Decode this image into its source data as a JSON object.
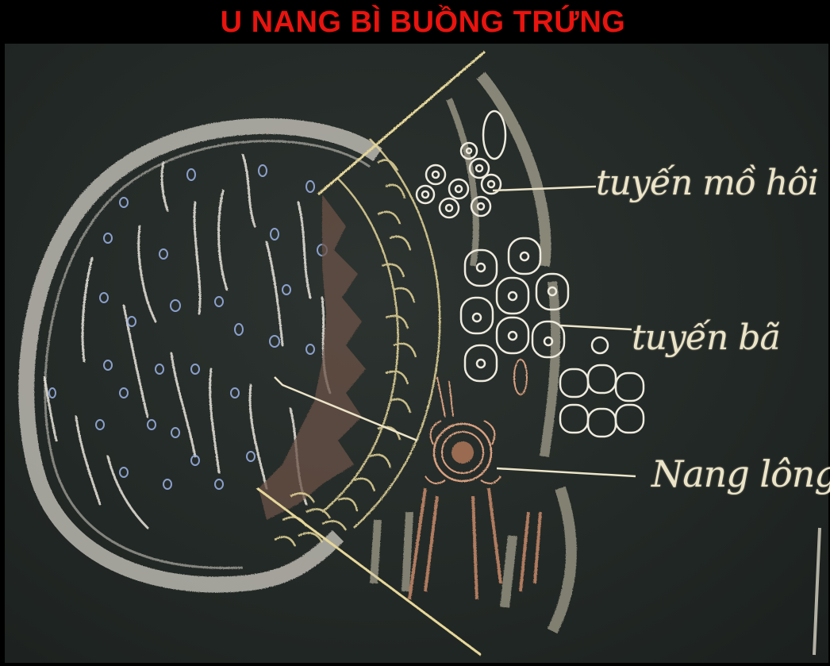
{
  "title": "U NANG BÌ BUỒNG TRỨNG",
  "labels": {
    "sweat_gland": "tuyến mồ hôi",
    "sebaceous_gland": "tuyến bã",
    "hair_follicle": "Nang lông"
  },
  "colors": {
    "title": "#e8140f",
    "board": "#252b28",
    "chalk": "#ece4c8",
    "chalk_yellow": "#e6d79a",
    "chalk_blue": "#9db4e8",
    "chalk_brown": "#c98a6a"
  }
}
